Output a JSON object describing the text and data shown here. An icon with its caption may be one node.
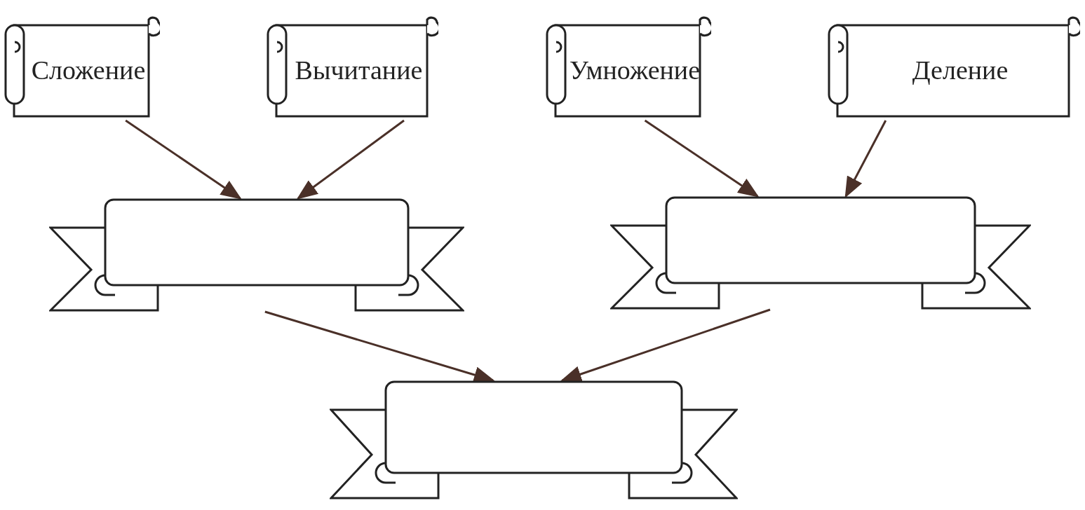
{
  "diagram": {
    "nodes": [
      {
        "text": [
          "Сложение"
        ]
      },
      {
        "text": [
          "Вычитание"
        ]
      },
      {
        "text": [
          "Умножение"
        ]
      },
      {
        "text": [
          "Деление"
        ]
      },
      {
        "text": [],
        "shape": "banner"
      },
      {
        "text": [],
        "shape": "banner"
      },
      {
        "text": [],
        "shape": "banner"
      }
    ],
    "edges": [
      {
        "from": 0,
        "to": 4,
        "arrow": "to"
      },
      {
        "from": 1,
        "to": 4,
        "arrow": "to"
      },
      {
        "from": 2,
        "to": 5,
        "arrow": "to"
      },
      {
        "from": 3,
        "to": 5,
        "arrow": "to"
      },
      {
        "from": 4,
        "to": 6,
        "arrow": "to"
      },
      {
        "from": 5,
        "to": 6,
        "arrow": "to"
      }
    ]
  }
}
